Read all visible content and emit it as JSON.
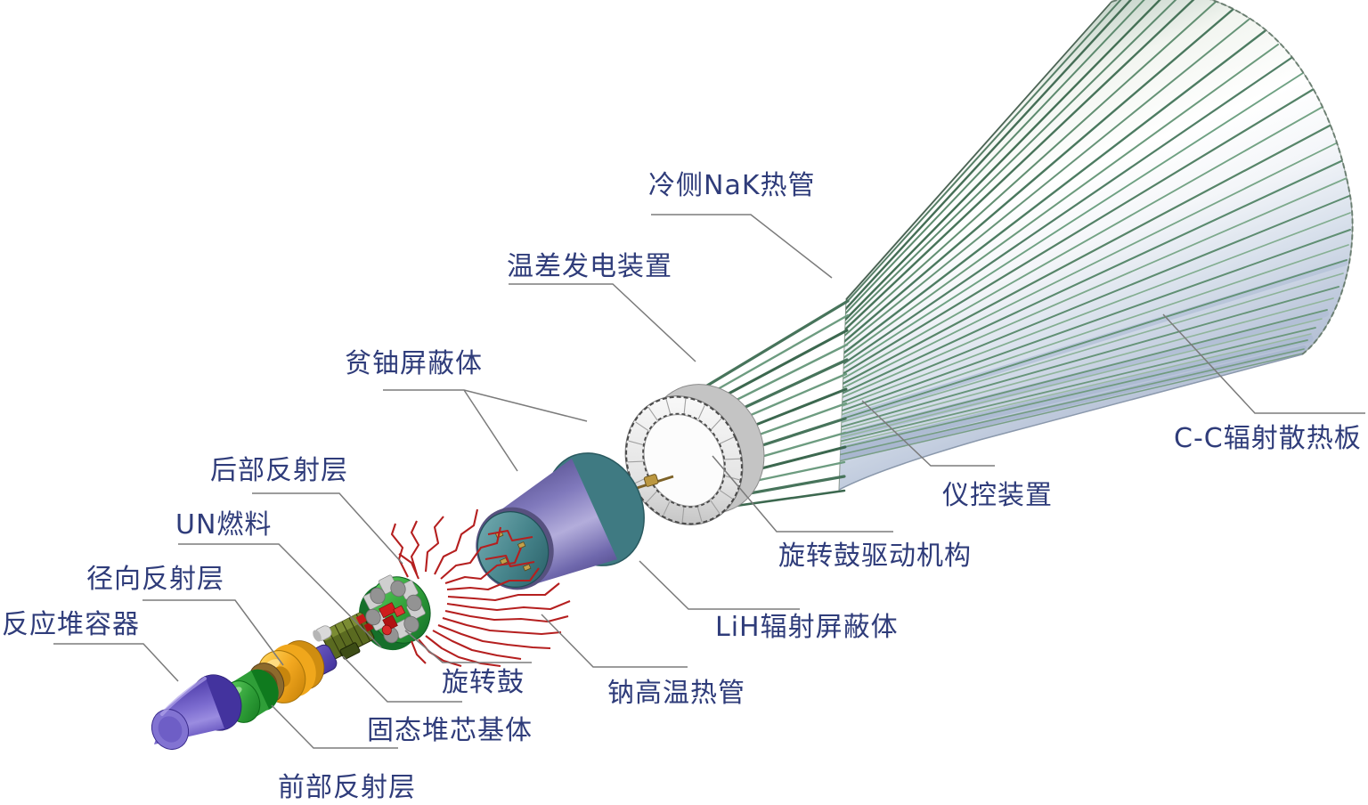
{
  "figure": {
    "background": "#ffffff",
    "label_style": {
      "text_color": "#2f3c7a",
      "leader_line_color": "#7b7b7b"
    },
    "labels": [
      {
        "id": "cold-side-nak-heat-pipe",
        "text": "冷侧NaK热管"
      },
      {
        "id": "thermoelectric-generator",
        "text": "温差发电装置"
      },
      {
        "id": "depleted-uranium-shield",
        "text": "贫铀屏蔽体"
      },
      {
        "id": "rear-reflector",
        "text": "后部反射层"
      },
      {
        "id": "un-fuel",
        "text": "UN燃料"
      },
      {
        "id": "radial-reflector",
        "text": "径向反射层"
      },
      {
        "id": "reactor-vessel",
        "text": "反应堆容器"
      },
      {
        "id": "rotating-drum",
        "text": "旋转鼓"
      },
      {
        "id": "solid-core-matrix",
        "text": "固态堆芯基体"
      },
      {
        "id": "front-reflector",
        "text": "前部反射层"
      },
      {
        "id": "sodium-heat-pipe",
        "text": "钠高温热管"
      },
      {
        "id": "lih-radiation-shield",
        "text": "LiH辐射屏蔽体"
      },
      {
        "id": "drum-drive-mechanism",
        "text": "旋转鼓驱动机构"
      },
      {
        "id": "instrumentation-control",
        "text": "仪控装置"
      },
      {
        "id": "cc-radiator-panel",
        "text": "C-C辐射散热板"
      }
    ],
    "palette": {
      "radiator_stripe_green": "#4d7c62",
      "radiator_panel_blue": "#b3c0d6",
      "heat_pipe_green": "#47745b",
      "converter_ring_gray": "#e8e8e8",
      "lih_shield_purple": "#8d86c6",
      "shield_cap_teal": "#47858c",
      "sodium_pipe_red": "#b51f1f",
      "reflector_green": "#2f9e38",
      "control_drum_gray": "#c9c9c9",
      "fuel_red": "#c21d1d",
      "core_matrix_olive": "#5c6b1f",
      "radial_reflector_yellow": "#f0a71c",
      "vessel_purple": "#5a49b8",
      "brass": "#c9a84c"
    }
  }
}
